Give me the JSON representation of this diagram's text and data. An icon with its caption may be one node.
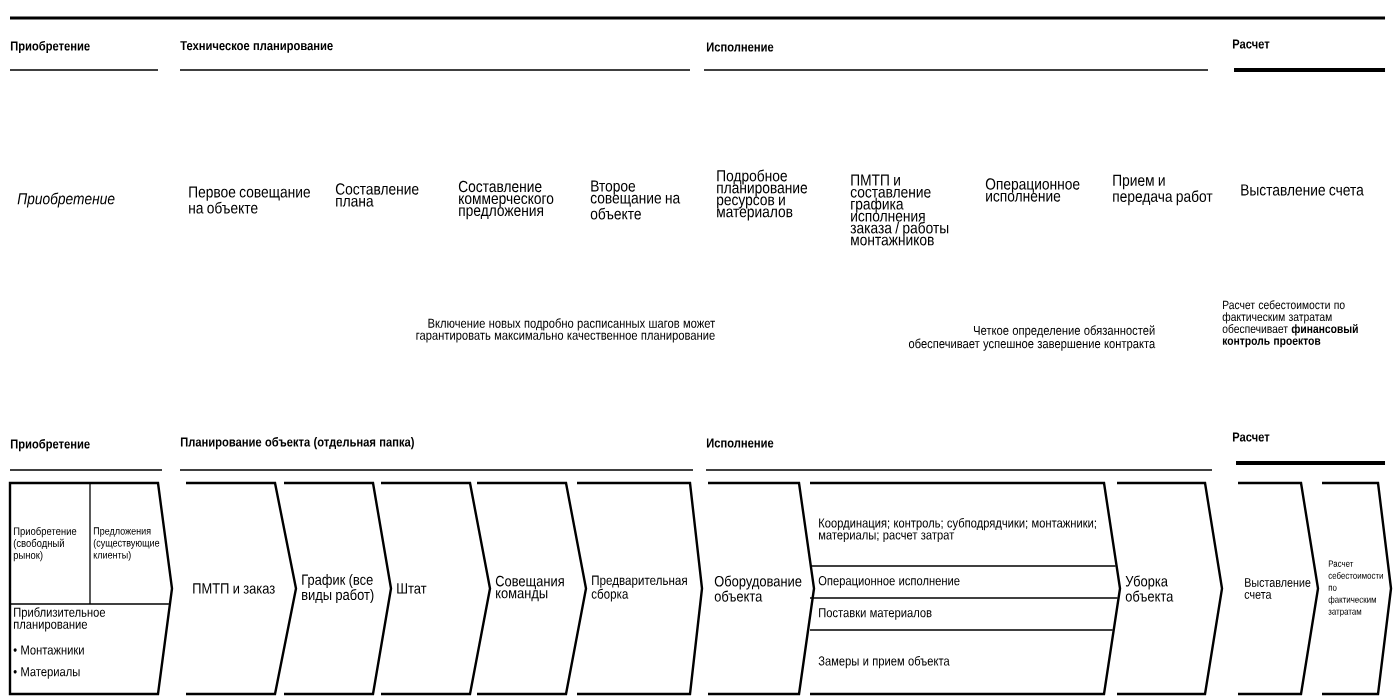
{
  "diagram": {
    "nodes": [
      {
        "text": [
          "Приобретение (свободный рынок)",
          "Предложения (существующие клиенты)",
          "Приблизительное планирование",
          "• Монтажники",
          "• Материалы"
        ]
      },
      {
        "text": [
          "ПМТП и заказ"
        ]
      },
      {
        "text": [
          "График (все виды работ)"
        ]
      },
      {
        "text": [
          "Штат"
        ]
      },
      {
        "text": [
          "Совещания команды"
        ]
      },
      {
        "text": [
          "Предварительная сборка"
        ]
      },
      {
        "text": [
          "Оборудование объекта"
        ]
      },
      {
        "text": [
          "Координация; контроль; субподрядчики; монтажники; материалы; расчет затрат",
          "Операционное исполнение",
          "Поставки материалов",
          "Замеры и прием объекта"
        ]
      },
      {
        "text": [
          "Уборка объекта"
        ]
      },
      {
        "text": [
          "Выставление счета"
        ]
      },
      {
        "text": [
          "Расчет себестоимости по фактическим затратам"
        ]
      }
    ],
    "labels": [
      "Приобретение",
      "Техническое планирование",
      "Исполнение",
      "Расчет",
      "Приобретение",
      "Первое совещание на объекте",
      "Составление плана",
      "Составление коммерческого предложения",
      "Второе совещание на объекте",
      "Подробное планирование ресурсов и материалов",
      "ПМТП и составление графика исполнения заказа / работы монтажников",
      "Операционное исполнение",
      "Прием и передача работ",
      "Выставление счета",
      "Включение новых подробно расписанных шагов может гарантировать максимально качественное планирование",
      "Четкое определение обязанностей обеспечивает успешное завершение контракта",
      "Расчет себестоимости по фактическим затратам обеспечивает **финансовый контроль проектов**",
      "Приобретение",
      "Планирование объекта (отдельная папка)",
      "Исполнение",
      "Расчет"
    ]
  }
}
